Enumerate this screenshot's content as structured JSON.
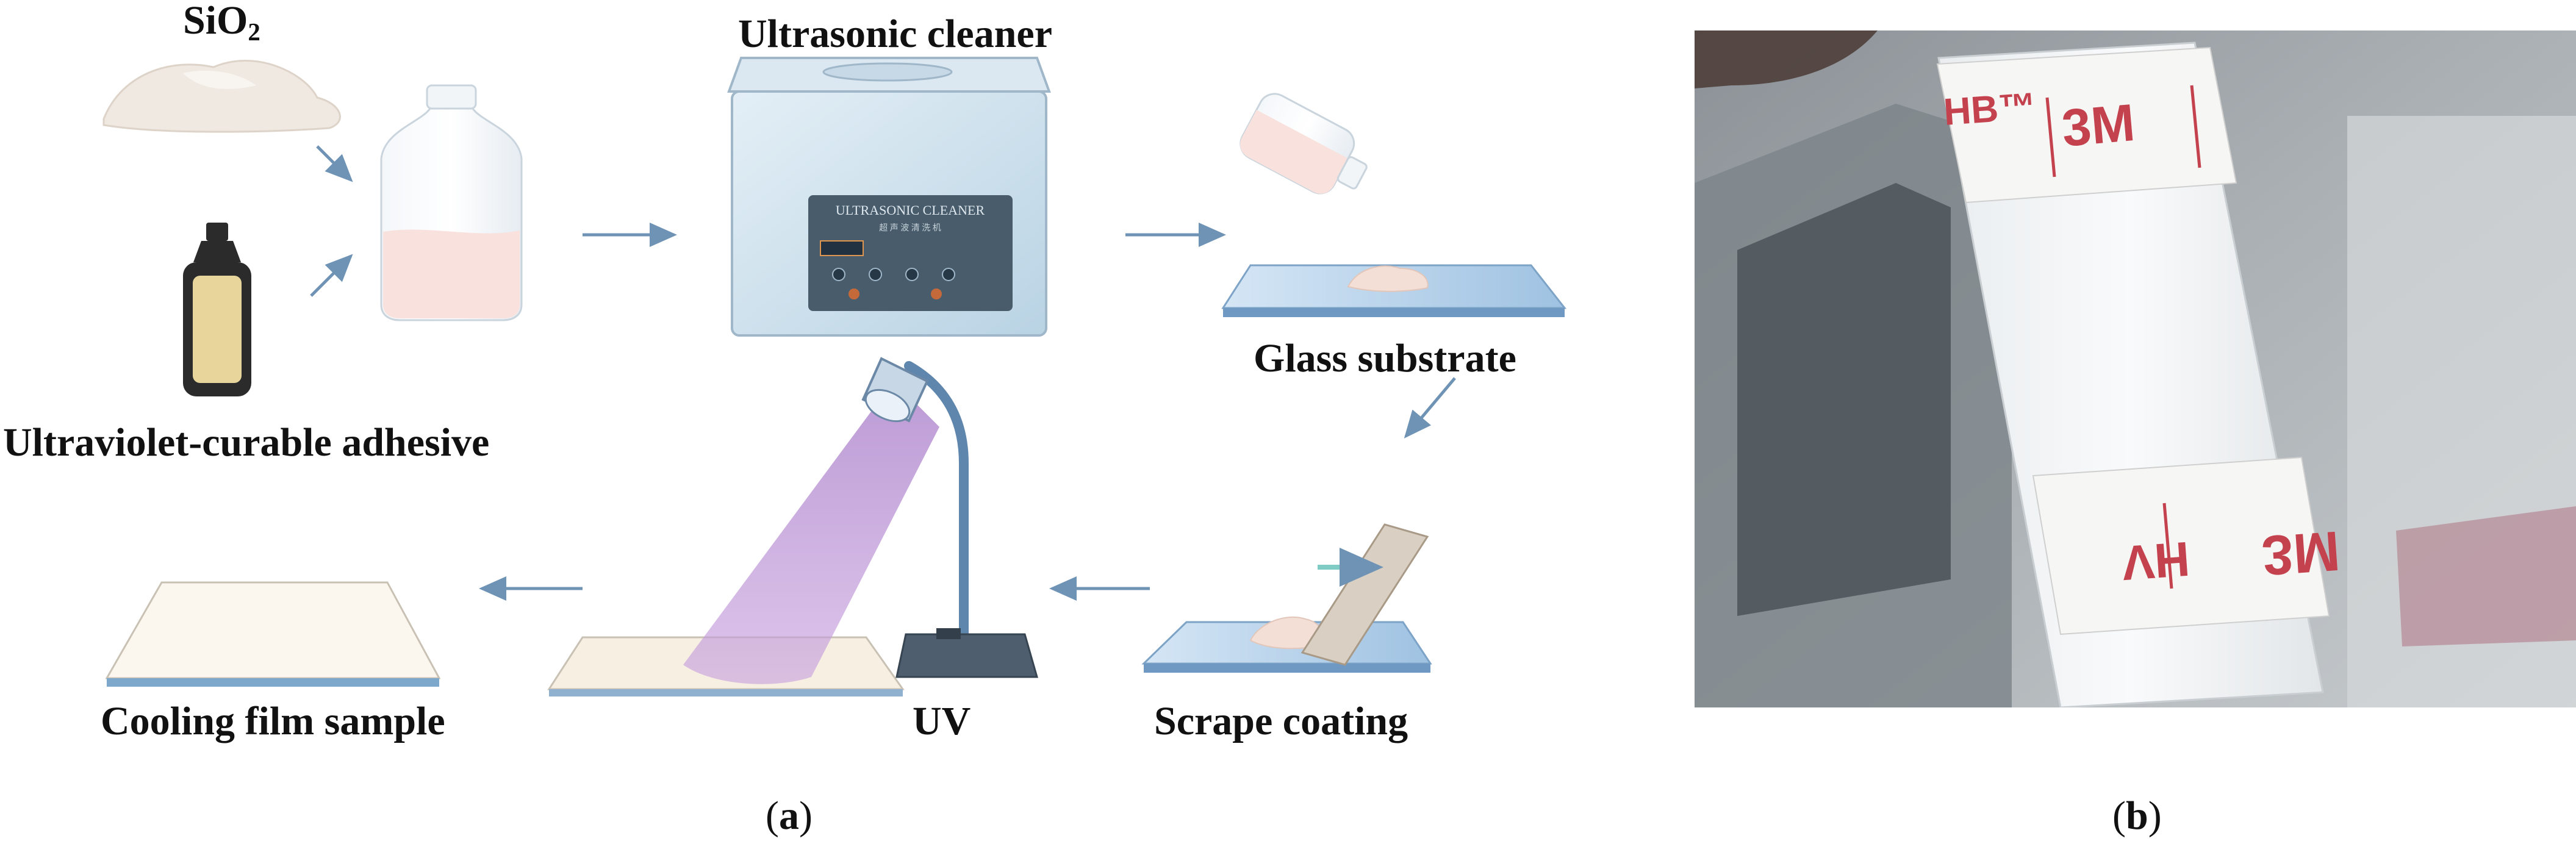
{
  "panel_a": {
    "labels": {
      "sio2_main": "SiO",
      "sio2_sub": "2",
      "ultrasonic_cleaner": "Ultrasonic cleaner",
      "glass_substrate": "Glass substrate",
      "uv_adhesive": "Ultraviolet-curable adhesive",
      "scrape_coating": "Scrape coating",
      "uv": "UV",
      "cooling_film_sample": "Cooling film sample"
    },
    "panel_text": {
      "device_line1": "ULTRASONIC CLEANER",
      "device_line2": "超 声 波 清 洗 机"
    },
    "caption": {
      "open": "(",
      "letter": "a",
      "close": ")"
    }
  },
  "panel_b": {
    "tape_top": {
      "left": "HB™",
      "right": "3M"
    },
    "tape_bottom": {
      "left": "VH",
      "right": "3M"
    },
    "caption": {
      "open": "(",
      "letter": "b",
      "close": ")"
    }
  },
  "colors": {
    "arrow": "#6f93b5",
    "glass": "#8fb5d9",
    "uv_light": "#b98fd3",
    "cleaner_body": "#cfe2ee"
  }
}
